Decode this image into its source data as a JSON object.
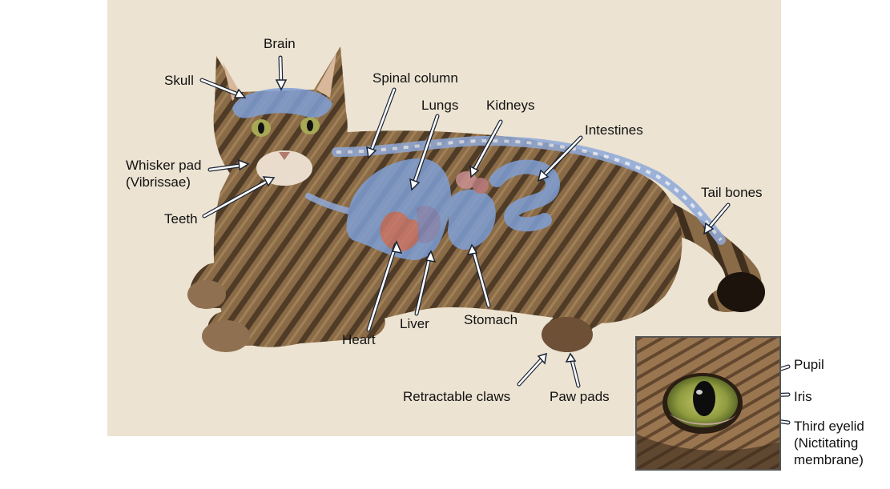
{
  "labels": {
    "brain": "Brain",
    "skull": "Skull",
    "spinal_column": "Spinal column",
    "lungs": "Lungs",
    "kidneys": "Kidneys",
    "intestines": "Intestines",
    "whisker_pad_line1": "Whisker pad",
    "whisker_pad_line2": "(Vibrissae)",
    "teeth": "Teeth",
    "tail_bones": "Tail bones",
    "heart": "Heart",
    "liver": "Liver",
    "stomach": "Stomach",
    "retractable_claws": "Retractable claws",
    "paw_pads": "Paw pads",
    "pupil": "Pupil",
    "iris": "Iris",
    "third_eyelid_line1": "Third eyelid",
    "third_eyelid_line2": "(Nictitating",
    "third_eyelid_line3": "membrane)"
  },
  "colors": {
    "background_panel": "#ece3d2",
    "fur_base": "#8a6b47",
    "fur_stripe": "#3b2a1a",
    "organ_overlay": "#7f9fd6",
    "heart": "#c9776b",
    "kidney": "#c98f90",
    "arrow_fill": "#ffffff",
    "arrow_outline": "#1a2333",
    "eye_iris": "#9ca64a"
  }
}
